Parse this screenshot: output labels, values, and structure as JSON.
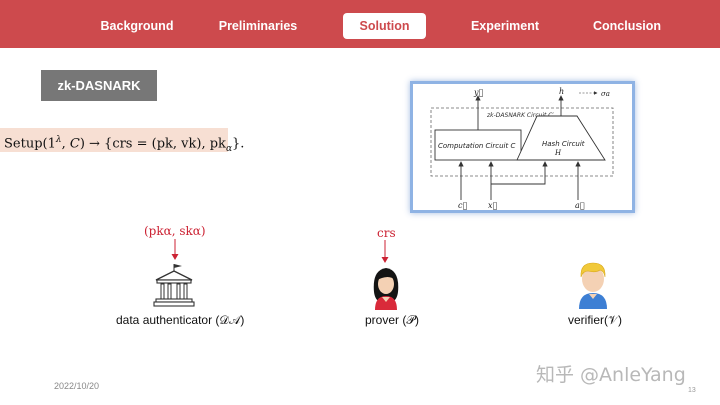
{
  "nav": {
    "tabs": [
      {
        "label": "Background",
        "active": false
      },
      {
        "label": "Preliminaries",
        "active": false
      },
      {
        "label": "Solution",
        "active": true
      },
      {
        "label": "Experiment",
        "active": false
      },
      {
        "label": "Conclusion",
        "active": false
      }
    ]
  },
  "section": {
    "title": "zk-DASNARK"
  },
  "formula": {
    "setup": "Setup(1",
    "lambda": "λ",
    "sep": ", ",
    "circuit": "C",
    "arrow": ") → {crs = (pk, vk), pk",
    "alpha": "α",
    "end": "}."
  },
  "diagram": {
    "out_y": "y⃗",
    "out_h": "h",
    "sigma": "σa",
    "circuit_title": "zk-DASNARK Circuit C′",
    "computation": "Computation Circuit C",
    "hash": "Hash Circuit",
    "hash_h": "H",
    "in_c": "c⃗",
    "in_x": "x⃗",
    "in_a": "a⃗"
  },
  "roles": {
    "da": {
      "keys": "(pkα, skα)",
      "label": "data authenticator (𝒟𝒜)"
    },
    "prover": {
      "keys": "crs",
      "label": "prover (𝒫)"
    },
    "verifier": {
      "label": "verifier(𝒱)"
    }
  },
  "footer": {
    "date": "2022/10/20",
    "page": "13",
    "watermark": "知乎 @AnleYang"
  },
  "colors": {
    "nav_bg": "#cd4a4d",
    "accent_red": "#cc2233",
    "formula_bg": "#f7dfd3",
    "frame_border": "#8fb3e4"
  }
}
